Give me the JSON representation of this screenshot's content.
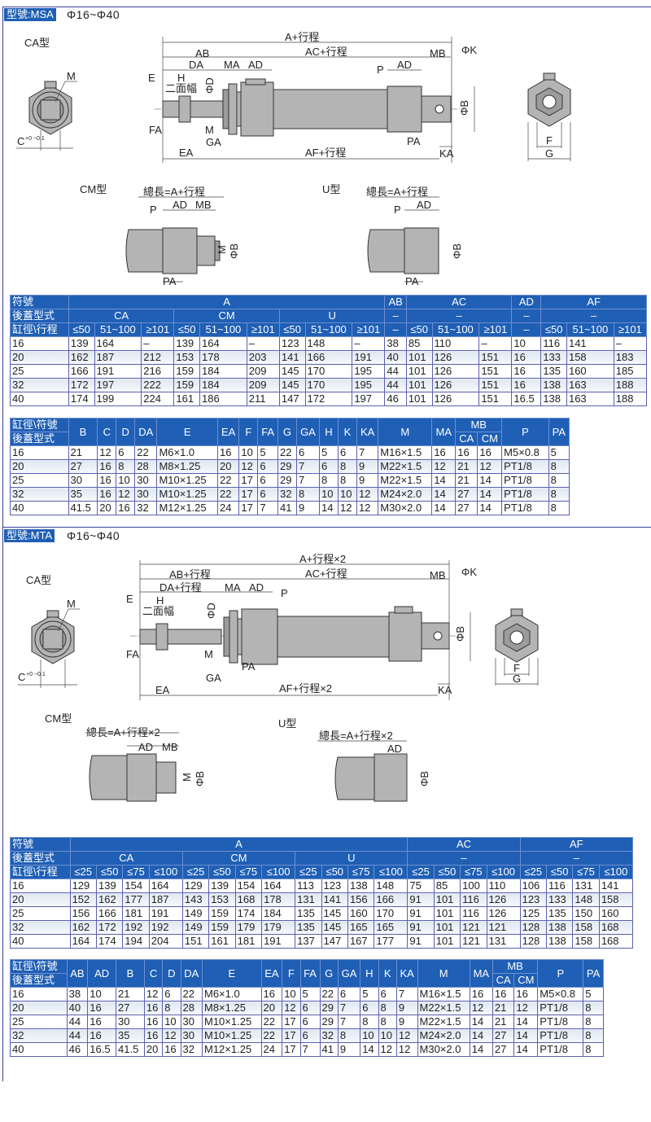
{
  "sections": [
    {
      "model_badge": "型號:MSA",
      "range": "Φ16~Φ40",
      "drawings": {
        "ca_title": "CA型",
        "cm_title": "CM型",
        "u_title": "U型",
        "ca_labels": {
          "a": "A+行程",
          "ab": "AB",
          "ac": "AC+行程",
          "mb": "MB",
          "k": "ΦK",
          "da": "DA",
          "ma": "MA",
          "ad": "AD",
          "p": "P",
          "ad2": "AD",
          "e": "E",
          "h": "H",
          "flats": "二面幅",
          "d": "ΦD",
          "b": "ΦB",
          "fa": "FA",
          "m": "M",
          "ga": "GA",
          "pa": "PA",
          "ea": "EA",
          "af": "AF+行程",
          "ka": "KA",
          "end_m": "M",
          "c": "C",
          "c_tol": "+0 −0.1",
          "f": "F",
          "g": "G"
        },
        "cm_labels": {
          "total": "總長=A+行程",
          "p": "P",
          "ad": "AD",
          "mb": "MB",
          "m": "M",
          "b": "ΦB",
          "pa": "PA"
        },
        "u_labels": {
          "total": "總長=A+行程",
          "p": "P",
          "ad": "AD",
          "b": "ΦB",
          "pa": "PA"
        }
      },
      "table_a": {
        "header": [
          [
            [
              "符號",
              1,
              1
            ],
            [
              "A",
              9,
              1
            ],
            [
              "AB",
              1,
              1
            ],
            [
              "AC",
              3,
              1
            ],
            [
              "AD",
              1,
              1
            ],
            [
              "AF",
              3,
              1
            ]
          ],
          [
            [
              "後蓋型式",
              1,
              1
            ],
            [
              "CA",
              3,
              1
            ],
            [
              "CM",
              3,
              1
            ],
            [
              "U",
              3,
              1
            ],
            [
              "–",
              1,
              1
            ],
            [
              "–",
              3,
              1
            ],
            [
              "–",
              1,
              1
            ],
            [
              "–",
              3,
              1
            ]
          ],
          [
            [
              "缸徑\\行程",
              1,
              1
            ],
            [
              "≤50",
              1,
              1
            ],
            [
              "51~100",
              1,
              1
            ],
            [
              "≥101",
              1,
              1
            ],
            [
              "≤50",
              1,
              1
            ],
            [
              "51~100",
              1,
              1
            ],
            [
              "≥101",
              1,
              1
            ],
            [
              "≤50",
              1,
              1
            ],
            [
              "51~100",
              1,
              1
            ],
            [
              "≥101",
              1,
              1
            ],
            [
              "–",
              1,
              1
            ],
            [
              "≤50",
              1,
              1
            ],
            [
              "51~100",
              1,
              1
            ],
            [
              "≥101",
              1,
              1
            ],
            [
              "–",
              1,
              1
            ],
            [
              "≤50",
              1,
              1
            ],
            [
              "51~100",
              1,
              1
            ],
            [
              "≥101",
              1,
              1
            ]
          ]
        ],
        "rows": [
          [
            "16",
            "139",
            "164",
            "–",
            "139",
            "164",
            "–",
            "123",
            "148",
            "–",
            "38",
            "85",
            "110",
            "–",
            "10",
            "116",
            "141",
            "–"
          ],
          [
            "20",
            "162",
            "187",
            "212",
            "153",
            "178",
            "203",
            "141",
            "166",
            "191",
            "40",
            "101",
            "126",
            "151",
            "16",
            "133",
            "158",
            "183"
          ],
          [
            "25",
            "166",
            "191",
            "216",
            "159",
            "184",
            "209",
            "145",
            "170",
            "195",
            "44",
            "101",
            "126",
            "151",
            "16",
            "135",
            "160",
            "185"
          ],
          [
            "32",
            "172",
            "197",
            "222",
            "159",
            "184",
            "209",
            "145",
            "170",
            "195",
            "44",
            "101",
            "126",
            "151",
            "16",
            "138",
            "163",
            "188"
          ],
          [
            "40",
            "174",
            "199",
            "224",
            "161",
            "186",
            "211",
            "147",
            "172",
            "197",
            "46",
            "101",
            "126",
            "151",
            "16.5",
            "138",
            "163",
            "188"
          ]
        ]
      },
      "table_b": {
        "header": [
          [
            [
              "缸徑\\符號",
              1,
              1
            ],
            [
              "B",
              1,
              2
            ],
            [
              "C",
              1,
              2
            ],
            [
              "D",
              1,
              2
            ],
            [
              "DA",
              1,
              2
            ],
            [
              "E",
              1,
              2
            ],
            [
              "EA",
              1,
              2
            ],
            [
              "F",
              1,
              2
            ],
            [
              "FA",
              1,
              2
            ],
            [
              "G",
              1,
              2
            ],
            [
              "GA",
              1,
              2
            ],
            [
              "H",
              1,
              2
            ],
            [
              "K",
              1,
              2
            ],
            [
              "KA",
              1,
              2
            ],
            [
              "M",
              1,
              2
            ],
            [
              "MA",
              1,
              2
            ],
            [
              "MB",
              2,
              1
            ],
            [
              "P",
              1,
              2
            ],
            [
              "PA",
              1,
              2
            ]
          ],
          [
            [
              "後蓋型式",
              1,
              1
            ],
            [
              "CA",
              1,
              1
            ],
            [
              "CM",
              1,
              1
            ]
          ]
        ],
        "rows": [
          [
            "16",
            "21",
            "12",
            "6",
            "22",
            "M6×1.0",
            "16",
            "10",
            "5",
            "22",
            "6",
            "5",
            "6",
            "7",
            "M16×1.5",
            "16",
            "16",
            "16",
            "M5×0.8",
            "5"
          ],
          [
            "20",
            "27",
            "16",
            "8",
            "28",
            "M8×1.25",
            "20",
            "12",
            "6",
            "29",
            "7",
            "6",
            "8",
            "9",
            "M22×1.5",
            "12",
            "21",
            "12",
            "PT1/8",
            "8"
          ],
          [
            "25",
            "30",
            "16",
            "10",
            "30",
            "M10×1.25",
            "22",
            "17",
            "6",
            "29",
            "7",
            "8",
            "8",
            "9",
            "M22×1.5",
            "14",
            "21",
            "14",
            "PT1/8",
            "8"
          ],
          [
            "32",
            "35",
            "16",
            "12",
            "30",
            "M10×1.25",
            "22",
            "17",
            "6",
            "32",
            "8",
            "10",
            "10",
            "12",
            "M24×2.0",
            "14",
            "27",
            "14",
            "PT1/8",
            "8"
          ],
          [
            "40",
            "41.5",
            "20",
            "16",
            "32",
            "M12×1.25",
            "24",
            "17",
            "7",
            "41",
            "9",
            "14",
            "12",
            "12",
            "M30×2.0",
            "14",
            "27",
            "14",
            "PT1/8",
            "8"
          ]
        ]
      }
    },
    {
      "model_badge": "型號:MTA",
      "range": "Φ16~Φ40",
      "drawings": {
        "ca_title": "CA型",
        "cm_title": "CM型",
        "u_title": "U型",
        "ca_labels": {
          "a": "A+行程×2",
          "ab": "AB+行程",
          "ac": "AC+行程",
          "mb": "MB",
          "k": "ΦK",
          "da": "DA+行程",
          "ma": "MA",
          "ad": "AD",
          "p": "P",
          "e": "E",
          "h": "H",
          "flats": "二面幅",
          "d": "ΦD",
          "b": "ΦB",
          "fa": "FA",
          "m": "M",
          "ga": "GA",
          "pa": "PA",
          "ea": "EA",
          "af": "AF+行程×2",
          "ka": "KA",
          "end_m": "M",
          "c": "C",
          "c_tol": "+0 −0.1",
          "f": "F",
          "g": "G"
        },
        "cm_labels": {
          "total": "總長=A+行程×2",
          "ad": "AD",
          "mb": "MB",
          "m": "M",
          "b": "ΦB"
        },
        "u_labels": {
          "total": "總長=A+行程×2",
          "ad": "AD",
          "b": "ΦB"
        }
      },
      "table_a": {
        "header": [
          [
            [
              "符號",
              1,
              1
            ],
            [
              "A",
              12,
              1
            ],
            [
              "AC",
              4,
              1
            ],
            [
              "AF",
              4,
              1
            ]
          ],
          [
            [
              "後蓋型式",
              1,
              1
            ],
            [
              "CA",
              4,
              1
            ],
            [
              "CM",
              4,
              1
            ],
            [
              "U",
              4,
              1
            ],
            [
              "–",
              4,
              1
            ],
            [
              "–",
              4,
              1
            ]
          ],
          [
            [
              "缸徑\\行程",
              1,
              1
            ],
            [
              "≤25",
              1,
              1
            ],
            [
              "≤50",
              1,
              1
            ],
            [
              "≤75",
              1,
              1
            ],
            [
              "≤100",
              1,
              1
            ],
            [
              "≤25",
              1,
              1
            ],
            [
              "≤50",
              1,
              1
            ],
            [
              "≤75",
              1,
              1
            ],
            [
              "≤100",
              1,
              1
            ],
            [
              "≤25",
              1,
              1
            ],
            [
              "≤50",
              1,
              1
            ],
            [
              "≤75",
              1,
              1
            ],
            [
              "≤100",
              1,
              1
            ],
            [
              "≤25",
              1,
              1
            ],
            [
              "≤50",
              1,
              1
            ],
            [
              "≤75",
              1,
              1
            ],
            [
              "≤100",
              1,
              1
            ],
            [
              "≤25",
              1,
              1
            ],
            [
              "≤50",
              1,
              1
            ],
            [
              "≤75",
              1,
              1
            ],
            [
              "≤100",
              1,
              1
            ]
          ]
        ],
        "rows": [
          [
            "16",
            "129",
            "139",
            "154",
            "164",
            "129",
            "139",
            "154",
            "164",
            "113",
            "123",
            "138",
            "148",
            "75",
            "85",
            "100",
            "110",
            "106",
            "116",
            "131",
            "141"
          ],
          [
            "20",
            "152",
            "162",
            "177",
            "187",
            "143",
            "153",
            "168",
            "178",
            "131",
            "141",
            "156",
            "166",
            "91",
            "101",
            "116",
            "126",
            "123",
            "133",
            "148",
            "158"
          ],
          [
            "25",
            "156",
            "166",
            "181",
            "191",
            "149",
            "159",
            "174",
            "184",
            "135",
            "145",
            "160",
            "170",
            "91",
            "101",
            "116",
            "126",
            "125",
            "135",
            "150",
            "160"
          ],
          [
            "32",
            "162",
            "172",
            "192",
            "192",
            "149",
            "159",
            "179",
            "179",
            "135",
            "145",
            "165",
            "165",
            "91",
            "101",
            "121",
            "121",
            "128",
            "138",
            "158",
            "168"
          ],
          [
            "40",
            "164",
            "174",
            "194",
            "204",
            "151",
            "161",
            "181",
            "191",
            "137",
            "147",
            "167",
            "177",
            "91",
            "101",
            "121",
            "131",
            "128",
            "138",
            "158",
            "168"
          ]
        ]
      },
      "table_b": {
        "header": [
          [
            [
              "缸徑\\符號",
              1,
              1
            ],
            [
              "AB",
              1,
              2
            ],
            [
              "AD",
              1,
              2
            ],
            [
              "B",
              1,
              2
            ],
            [
              "C",
              1,
              2
            ],
            [
              "D",
              1,
              2
            ],
            [
              "DA",
              1,
              2
            ],
            [
              "E",
              1,
              2
            ],
            [
              "EA",
              1,
              2
            ],
            [
              "F",
              1,
              2
            ],
            [
              "FA",
              1,
              2
            ],
            [
              "G",
              1,
              2
            ],
            [
              "GA",
              1,
              2
            ],
            [
              "H",
              1,
              2
            ],
            [
              "K",
              1,
              2
            ],
            [
              "KA",
              1,
              2
            ],
            [
              "M",
              1,
              2
            ],
            [
              "MA",
              1,
              2
            ],
            [
              "MB",
              2,
              1
            ],
            [
              "P",
              1,
              2
            ],
            [
              "PA",
              1,
              2
            ]
          ],
          [
            [
              "後蓋型式",
              1,
              1
            ],
            [
              "CA",
              1,
              1
            ],
            [
              "CM",
              1,
              1
            ]
          ]
        ],
        "rows": [
          [
            "16",
            "38",
            "10",
            "21",
            "12",
            "6",
            "22",
            "M6×1.0",
            "16",
            "10",
            "5",
            "22",
            "6",
            "5",
            "6",
            "7",
            "M16×1.5",
            "16",
            "16",
            "16",
            "M5×0.8",
            "5"
          ],
          [
            "20",
            "40",
            "16",
            "27",
            "16",
            "8",
            "28",
            "M8×1.25",
            "20",
            "12",
            "6",
            "29",
            "7",
            "6",
            "8",
            "9",
            "M22×1.5",
            "12",
            "21",
            "12",
            "PT1/8",
            "8"
          ],
          [
            "25",
            "44",
            "16",
            "30",
            "16",
            "10",
            "30",
            "M10×1.25",
            "22",
            "17",
            "6",
            "29",
            "7",
            "8",
            "8",
            "9",
            "M22×1.5",
            "14",
            "21",
            "14",
            "PT1/8",
            "8"
          ],
          [
            "32",
            "44",
            "16",
            "35",
            "16",
            "12",
            "30",
            "M10×1.25",
            "22",
            "17",
            "6",
            "32",
            "8",
            "10",
            "10",
            "12",
            "M24×2.0",
            "14",
            "27",
            "14",
            "PT1/8",
            "8"
          ],
          [
            "40",
            "46",
            "16.5",
            "41.5",
            "20",
            "16",
            "32",
            "M12×1.25",
            "24",
            "17",
            "7",
            "41",
            "9",
            "14",
            "12",
            "12",
            "M30×2.0",
            "14",
            "27",
            "14",
            "PT1/8",
            "8"
          ]
        ]
      }
    }
  ],
  "colors": {
    "header_blue": "#1f5fb5",
    "border": "#3a3f9a",
    "part_gray": "#b4b4b4"
  }
}
